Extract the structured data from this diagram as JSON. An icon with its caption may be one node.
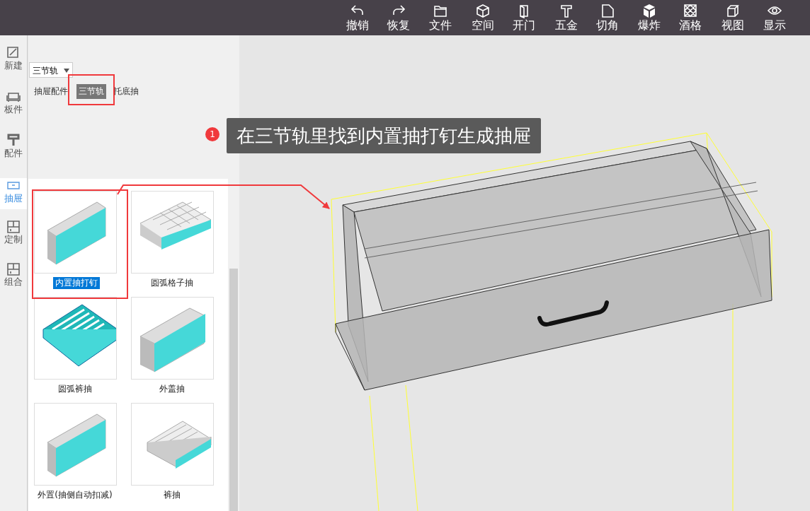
{
  "diagram": {
    "nodes": [
      {
        "text": [
          "内置抽打钉"
        ]
      },
      {
        "text": [
          "圆弧格子抽"
        ]
      },
      {
        "text": [
          "圆弧裤抽"
        ]
      },
      {
        "text": [
          "外盖抽"
        ]
      },
      {
        "text": [
          "外置(抽侧自动扣减)"
        ]
      },
      {
        "text": [
          "裤抽"
        ]
      },
      {
        "text": [],
        "shape": "picture"
      }
    ],
    "edges": [
      {
        "from": 0,
        "to": 6,
        "arrow": "to",
        "color": "#f0393c"
      }
    ],
    "labels": [
      "撤销",
      "恢复",
      "文件",
      "空间",
      "开门",
      "五金",
      "切角",
      "爆炸",
      "酒格",
      "视图",
      "显示",
      "新建",
      "板件",
      "配件",
      "抽屉",
      "定制",
      "组合",
      "三节轨",
      "抽屉配件",
      "三节轨",
      "托底抽",
      "1",
      "在三节轨里找到内置抽打钉生成抽屉"
    ]
  }
}
